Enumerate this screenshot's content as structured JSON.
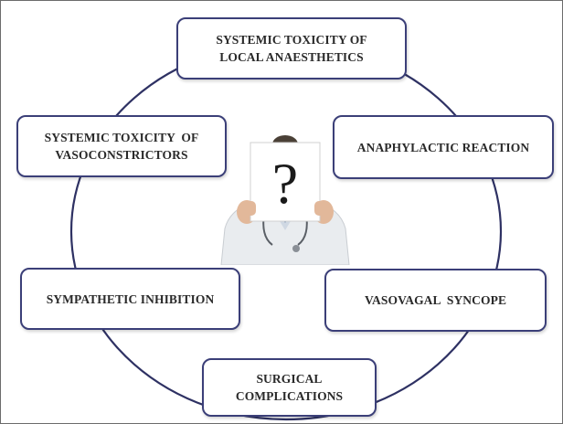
{
  "diagram": {
    "center_image": {
      "sign_text": "?"
    },
    "nodes": [
      {
        "id": "top",
        "line1": "SYSTEMIC TOXICITY OF",
        "line2": "LOCAL ANAESTHETICS"
      },
      {
        "id": "upper-right",
        "line1": "ANAPHYLACTIC REACTION",
        "line2": ""
      },
      {
        "id": "lower-right",
        "line1": "VASOVAGAL  SYNCOPE",
        "line2": ""
      },
      {
        "id": "bottom",
        "line1": "SURGICAL",
        "line2": "COMPLICATIONS"
      },
      {
        "id": "lower-left",
        "line1": "SYMPATHETIC INHIBITION",
        "line2": ""
      },
      {
        "id": "upper-left",
        "line1": "SYSTEMIC TOXICITY  OF",
        "line2": "VASOCONSTRICTORS"
      }
    ],
    "colors": {
      "ring": "#2e3163",
      "box_border": "#3b3f78",
      "text": "#2a2a2a"
    }
  }
}
